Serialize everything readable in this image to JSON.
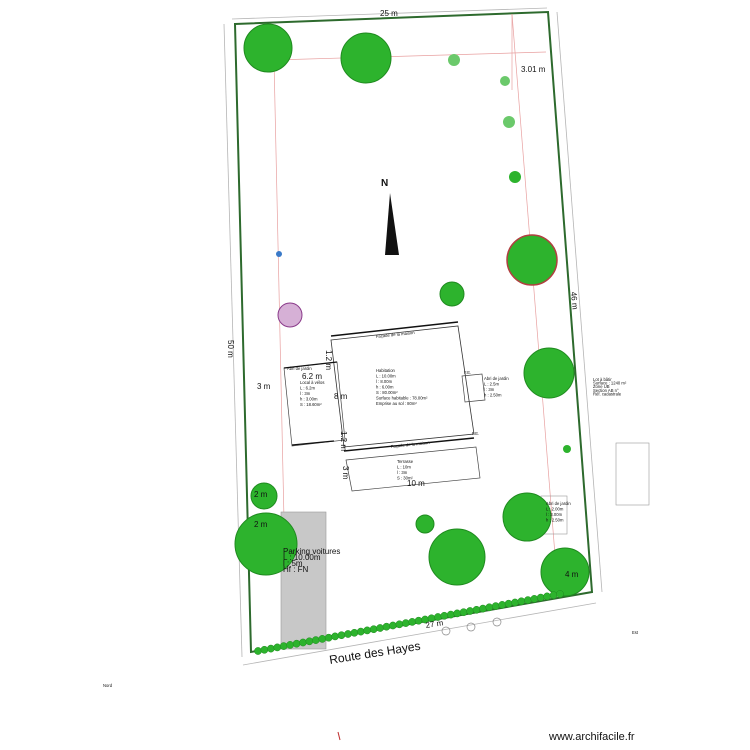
{
  "plan": {
    "dims": {
      "top_width": "25 m",
      "left_depth": "50 m",
      "right_depth": "46 m",
      "bottom_width": "27 m",
      "top_right_setback": "3.01 m",
      "left_setback": "3 m",
      "house_side": "6.2 m",
      "house_depth": "8 m",
      "gap_top": "1.2 m",
      "gap_bottom": "1.2 m",
      "terrace_depth": "3 m",
      "house_width": "10 m",
      "tree_a": "2 m",
      "tree_b": "2 m",
      "tree_c": "4 m"
    },
    "north": "N",
    "road": "Route des Hayes",
    "house": {
      "top_label": "Façade de la maison",
      "bottom_label": "Façade de la maison",
      "info": [
        "Habitation",
        "L : 10.00m",
        "l : 8.00m",
        "h : 6.00m",
        "S : 80.00m²",
        "Surface habitable : 78.00m²",
        "Emprise au sol : 80m²"
      ],
      "fe_left": "F.E.",
      "fe_right": "F.E.",
      "small_label": "F.E."
    },
    "left_annex": {
      "header": "Abri de jardin",
      "info": [
        "Local à vélos",
        "L : 6.2m",
        "l : 3m",
        "h : 3.00m",
        "S : 18.60m²"
      ]
    },
    "right_annex": {
      "info": [
        "Abri de jardin",
        "L : 2.5m",
        "l : 3m",
        "h : 2.50m"
      ]
    },
    "terrace": {
      "info": [
        "Terrasse",
        "L : 10m",
        "l : 3m",
        "S : 30m²"
      ]
    },
    "parking": {
      "info": [
        "Parking voitures",
        "L : 10.00m",
        "l : 5m",
        "Hf : FN"
      ]
    },
    "right_shed": {
      "info": [
        "Abri de jardin",
        "L : 2.00m",
        "l : 3.00m",
        "h : 2.50m"
      ]
    },
    "side_note": [
      "Lot à bâtir",
      "Surface : 1240 m²",
      "Zone UB",
      "Section AB n°",
      "Réf. cadastrale"
    ],
    "tiny_left": "Nord",
    "tiny_right": "Est"
  },
  "watermark": "www.archifacile.fr",
  "colors": {
    "boundary": "#2d6a2d",
    "setback": "#e8a0a0",
    "tree": "#2db32d",
    "parking": "#c8c8c8"
  }
}
